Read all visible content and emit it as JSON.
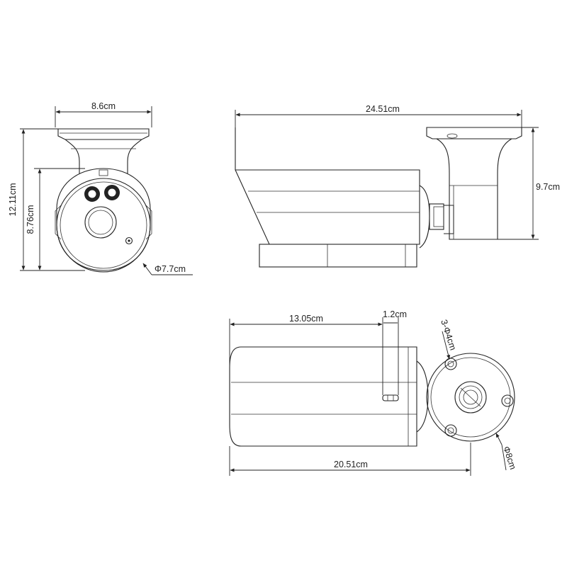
{
  "front_view": {
    "width_label": "8.6cm",
    "total_height_label": "12.11cm",
    "body_height_label": "8.76cm",
    "diameter_label": "Φ7.7cm"
  },
  "side_view": {
    "length_label": "24.51cm",
    "height_label": "9.7cm"
  },
  "top_view": {
    "offset_label": "13.05cm",
    "slot_label": "1.2cm",
    "length_label": "20.51cm",
    "hole_label": "3-Φ4cm",
    "base_diameter_label": "Φ8cm"
  },
  "colors": {
    "line": "#222222",
    "background": "#ffffff"
  }
}
